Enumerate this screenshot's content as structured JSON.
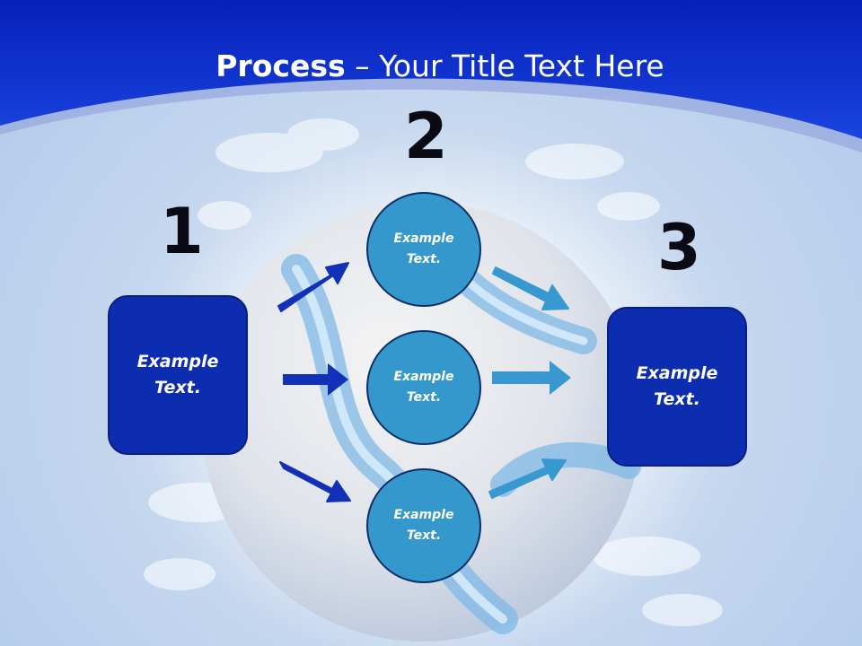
{
  "title": {
    "bold": "Process",
    "rest": " – Your Title Text Here"
  },
  "steps": {
    "one": "1",
    "two": "2",
    "three": "3"
  },
  "left_box": {
    "line1": "Example",
    "line2": "Text."
  },
  "right_box": {
    "line1": "Example",
    "line2": "Text."
  },
  "circles": [
    {
      "line1": "Example",
      "line2": "Text."
    },
    {
      "line1": "Example",
      "line2": "Text."
    },
    {
      "line1": "Example",
      "line2": "Text."
    }
  ],
  "colors": {
    "header": "#0a2fc8",
    "box": "#0d2db0",
    "circle": "#3498cc",
    "arrow_dark": "#1230b8",
    "arrow_light": "#3898d0"
  }
}
